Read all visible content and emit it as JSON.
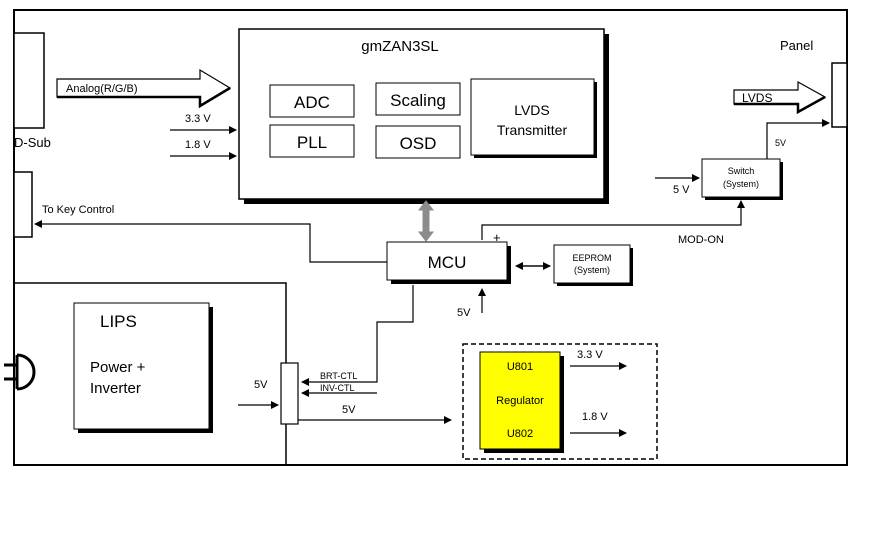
{
  "colors": {
    "line": "#000000",
    "shadow": "#000000",
    "regulator_fill": "#ffff00",
    "bus_arrow": "#8c8c8c",
    "background": "#ffffff"
  },
  "connectors": {
    "dsub": "D-Sub",
    "panel": "Panel",
    "key_control": "To Key Control",
    "power_plug_icon": "power-plug-icon"
  },
  "scaler": {
    "title": "gmZAN3SL",
    "blocks": {
      "adc": "ADC",
      "scaling": "Scaling",
      "pll": "PLL",
      "osd": "OSD",
      "lvds_tx_line1": "LVDS",
      "lvds_tx_line2": "Transmitter"
    }
  },
  "signals": {
    "analog_rgb": "Analog(R/G/B)",
    "in_3v3": "3.3 V",
    "in_1v8": "1.8 V",
    "lvds": "LVDS",
    "switch_out_5v": "5V",
    "switch_in_5v": "5 V",
    "mod_on": "MOD-ON",
    "mcu_5v": "5V",
    "mcu_plus": "+",
    "lips_in_5v": "5V",
    "brt_ctl": "BRT-CTL",
    "inv_ctl": "INV-CTL",
    "lips_out_5v": "5V",
    "reg_out_3v3": "3.3 V",
    "reg_out_1v8": "1.8 V"
  },
  "mcu": {
    "label": "MCU"
  },
  "eeprom": {
    "line1": "EEPROM",
    "line2": "(System)"
  },
  "switch": {
    "line1": "Switch",
    "line2": "(System)"
  },
  "lips": {
    "title": "LIPS",
    "line1": "Power +",
    "line2": "Inverter"
  },
  "regulator": {
    "top": "U801",
    "middle": "Regulator",
    "bottom": "U802"
  }
}
